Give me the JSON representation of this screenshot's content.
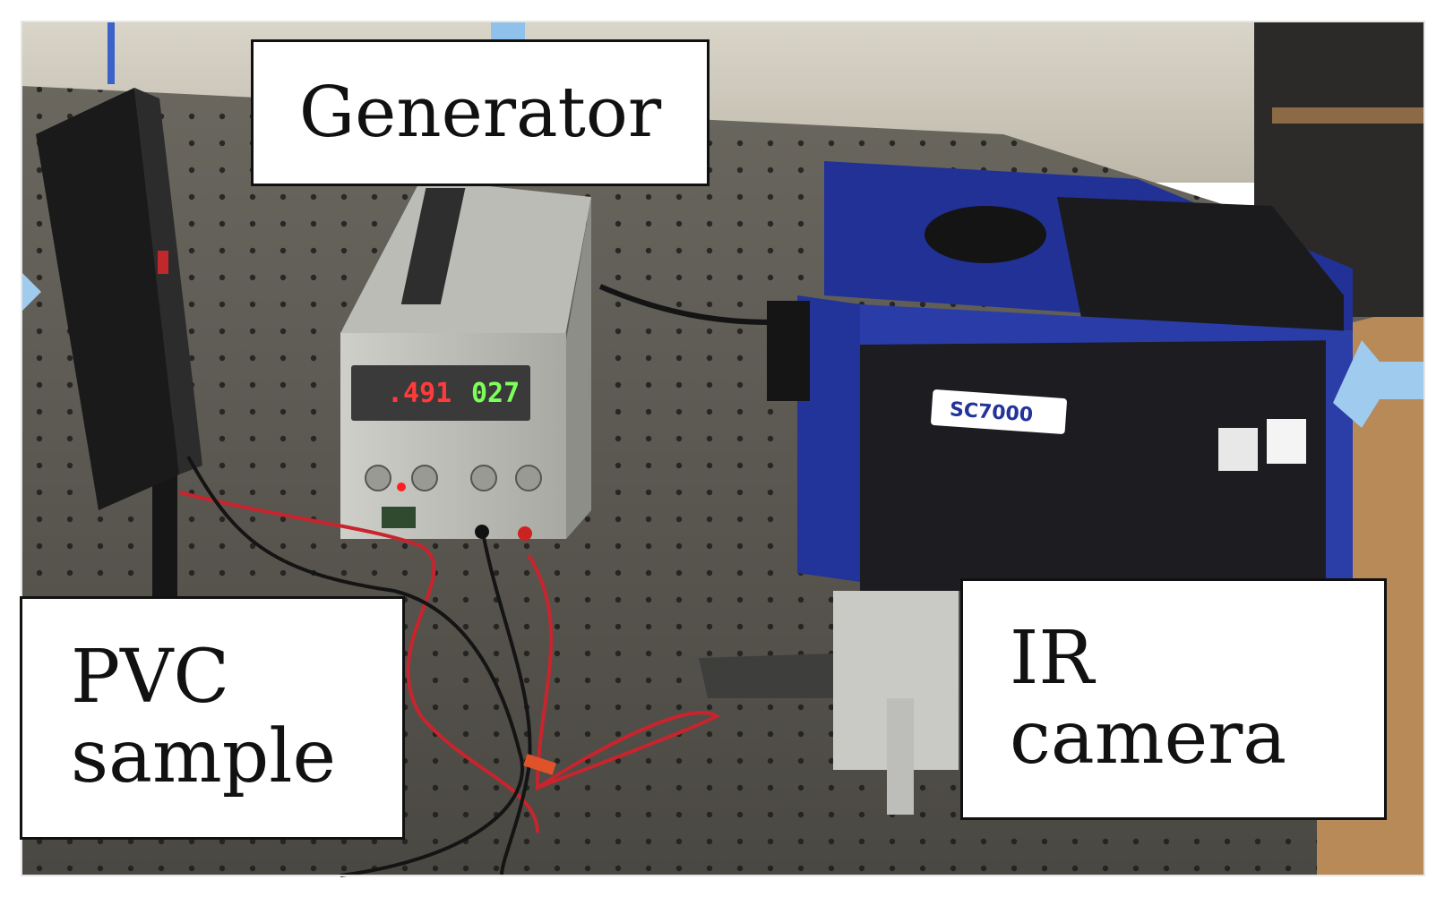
{
  "labels": {
    "generator": "Generator",
    "pvc_line1": "PVC",
    "pvc_line2": "sample",
    "ir_line1": "IR",
    "ir_line2": "camera"
  },
  "device": {
    "display_voltage": ".491",
    "display_current": "027",
    "camera_model": "SC7000"
  },
  "icons": {
    "pointer_left": "arrow-right-icon",
    "pointer_right": "arrow-left-icon"
  },
  "colors": {
    "camera_body": "#22339a",
    "table": "#55524c",
    "voltage_led": "#ff3b3b",
    "current_led": "#7dff5a",
    "label_border": "#111111",
    "pointer": "#9fcbee"
  }
}
